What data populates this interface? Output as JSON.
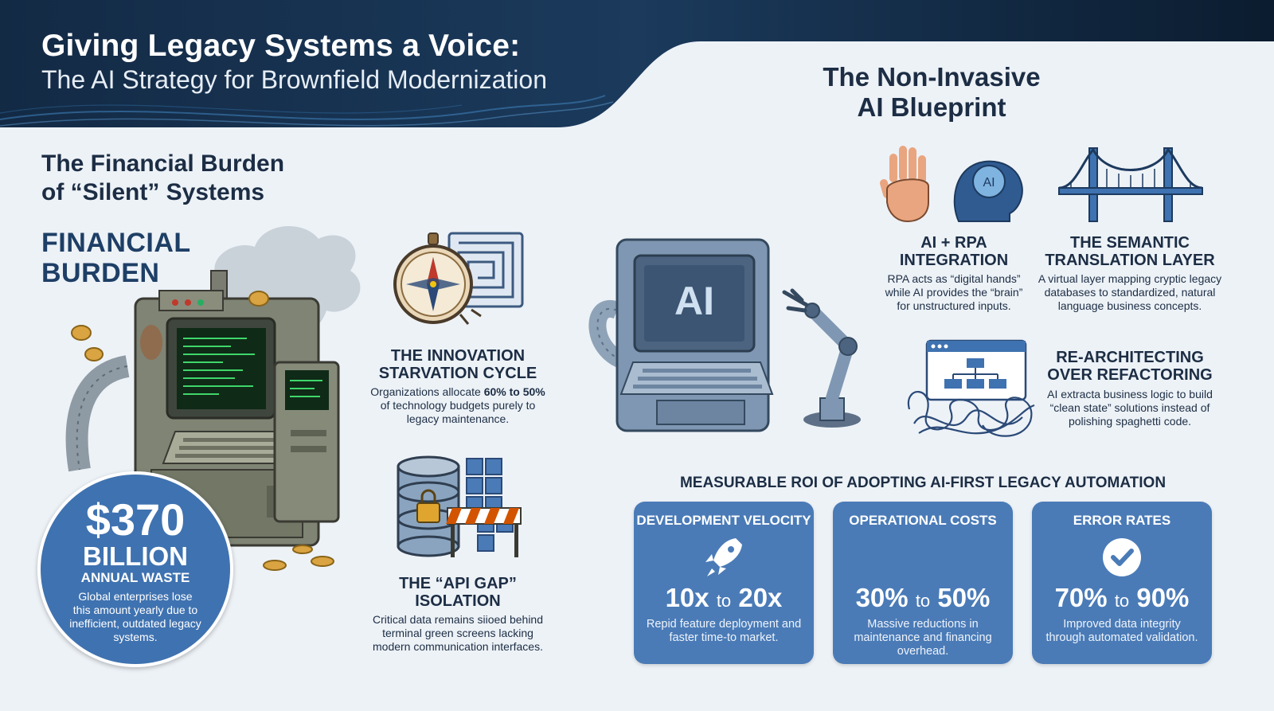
{
  "header": {
    "title": "Giving Legacy Systems a Voice:",
    "subtitle": "The AI Strategy for Brownfield Modernization"
  },
  "left": {
    "section_title_line1": "The Financial Burden",
    "section_title_line2": "of “Silent” Systems",
    "label_line1": "FINANCIAL",
    "label_line2": "BURDEN",
    "waste": {
      "amount": "$370",
      "unit": "BILLION",
      "label": "ANNUAL WASTE",
      "description": "Global enterprises lose this amount yearly due to inefficient, outdated legacy systems."
    },
    "innovation": {
      "title_line1": "THE INNOVATION",
      "title_line2": "STARVATION CYCLE",
      "body_prefix": "Organizations allocate ",
      "body_highlight": "60% to 50%",
      "body_suffix": " of technology budgets purely to legacy maintenance."
    },
    "api_gap": {
      "title_line1": "THE “API GAP”",
      "title_line2": "ISOLATION",
      "body": "Critical data remains siioed behind terminal green screens lacking modern communication interfaces."
    }
  },
  "right": {
    "blueprint_title_line1": "The Non-Invasive",
    "blueprint_title_line2": "AI Blueprint",
    "terminal_label": "AI",
    "head_icon_label": "AI",
    "rpa": {
      "title_line1": "AI + RPA",
      "title_line2": "INTEGRATION",
      "body": "RPA acts as “digital hands” while AI provides the “brain” for unstructured inputs."
    },
    "semantic": {
      "title_line1": "THE SEMANTIC",
      "title_line2": "TRANSLATION LAYER",
      "body": "A virtual layer mapping cryptic legacy databases to standardized, natural language business concepts."
    },
    "rearch": {
      "title_line1": "RE-ARCHITECTING",
      "title_line2": "OVER REFACTORING",
      "body": "AI extracta business logic to build “clean state” solutions instead of polishing spaghetti code."
    },
    "roi_title": "MEASURABLE ROI OF ADOPTING AI-FIRST LEGACY AUTOMATION",
    "cards": [
      {
        "title": "DEVELOPMENT VELOCITY",
        "from": "10x",
        "to": "20x",
        "connector": "to",
        "icon": "rocket-icon",
        "description": "Repid feature deployment and faster time-to market."
      },
      {
        "title": "OPERATIONAL COSTS",
        "from": "30%",
        "to": "50%",
        "connector": "to",
        "icon": "none",
        "description": "Massive reductions in maintenance and financing overhead."
      },
      {
        "title": "ERROR RATES",
        "from": "70%",
        "to": "90%",
        "connector": "to",
        "icon": "checkmark-icon",
        "description": "Improved data integrity through automated validation."
      }
    ]
  },
  "colors": {
    "header_dark": "#0e2238",
    "accent_blue": "#4a7bb7",
    "text_dark": "#1c2d44",
    "background": "#edf2f7"
  }
}
